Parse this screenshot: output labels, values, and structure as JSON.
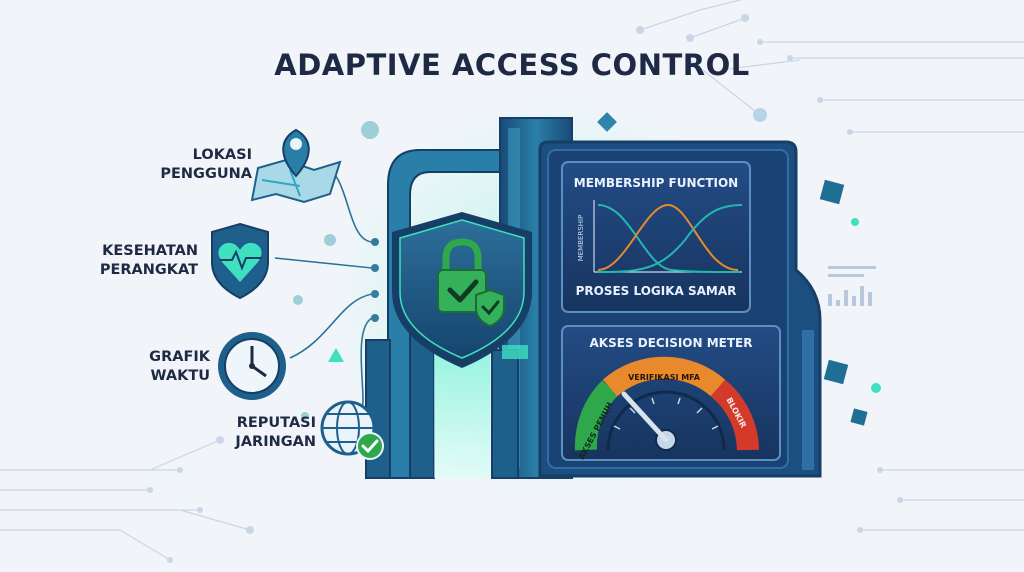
{
  "title": "ADAPTIVE ACCESS CONTROL",
  "factors": [
    {
      "line1": "LOKASI",
      "line2": "PENGGUNA",
      "icon": "map-pin-icon"
    },
    {
      "line1": "KESEHATAN",
      "line2": "PERANGKAT",
      "icon": "heart-shield-icon"
    },
    {
      "line1": "GRAFIK",
      "line2": "WAKTU",
      "icon": "clock-icon"
    },
    {
      "line1": "REPUTASI",
      "line2": "JARINGAN",
      "icon": "globe-check-icon"
    }
  ],
  "membership_panel": {
    "title": "MEMBERSHIP FUNCTION",
    "y_axis_label": "MEMBERSHIP",
    "subtitle": "PROSES LOGIKA SAMAR"
  },
  "decision_meter": {
    "title": "AKSES DECISION METER",
    "zones": [
      "AKSES PENUH",
      "VERIFIKASI MFA",
      "BLOKIR"
    ]
  },
  "colors": {
    "title": "#1e2a44",
    "gate": "#1f5f8b",
    "gate_dark": "#173e66",
    "panel_bg": "#1d3f72",
    "accent": "#3ee0c0",
    "green": "#2ea84a",
    "orange": "#e88a2c",
    "red": "#d43a2a"
  }
}
